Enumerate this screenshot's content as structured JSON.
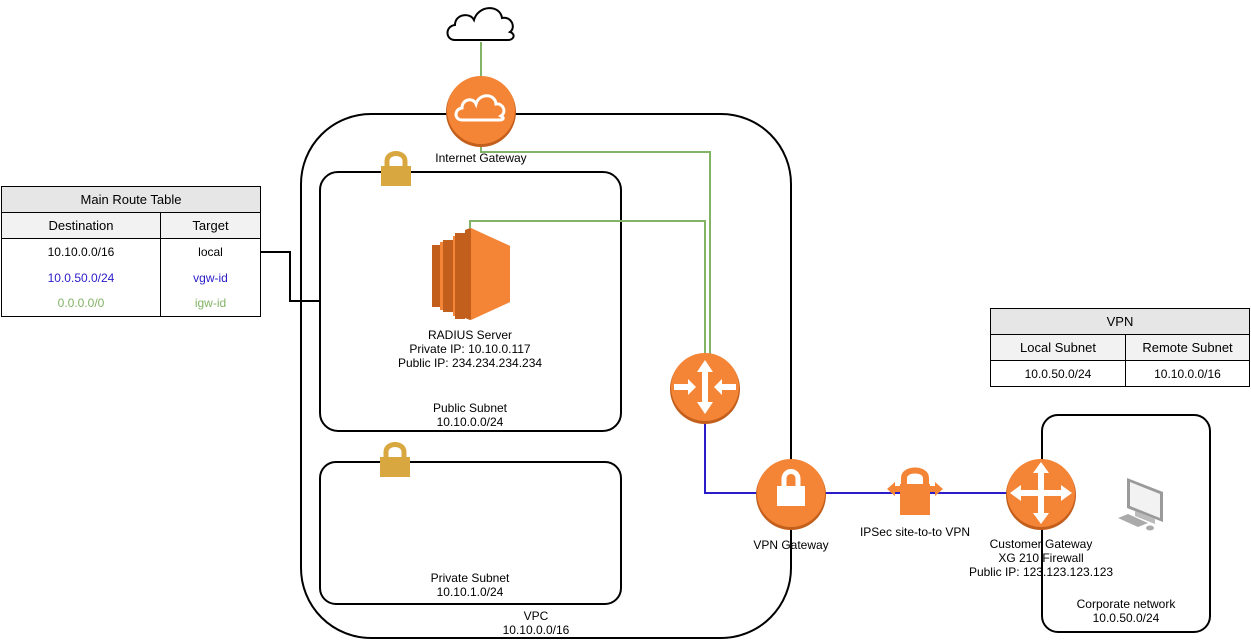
{
  "colors": {
    "aws_orange": "#f58536",
    "aws_orange_dark": "#c35f1c",
    "lock_gold": "#d9a740",
    "route_green": "#82b366",
    "route_blue": "#2a1cc9",
    "line_black": "#000000",
    "header_gray": "#e6e6e6"
  },
  "internet": {
    "icon": "cloud-icon"
  },
  "internet_gateway": {
    "label": "Internet Gateway",
    "icon": "cloud-icon"
  },
  "vpc": {
    "name": "VPC",
    "cidr": "10.10.0.0/16"
  },
  "public_subnet": {
    "name": "Public Subnet",
    "cidr": "10.10.0.0/24",
    "icon": "lock-icon"
  },
  "private_subnet": {
    "name": "Private Subnet",
    "cidr": "10.10.1.0/24",
    "icon": "lock-icon"
  },
  "radius_server": {
    "name": "RADIUS Server",
    "private_ip": "Private IP: 10.10.0.117",
    "public_ip": "Public IP: 234.234.234.234",
    "icon": "ec2-instance-icon"
  },
  "router": {
    "icon": "router-icon"
  },
  "vpn_gateway": {
    "label": "VPN Gateway",
    "icon": "lock-icon"
  },
  "ipsec": {
    "label": "IPSec site-to-to VPN",
    "icon": "vpn-connection-icon"
  },
  "customer_gateway": {
    "name": "Customer Gateway",
    "model": "XG 210 Firewall",
    "public_ip": "Public IP: 123.123.123.123",
    "icon": "customer-gateway-icon"
  },
  "corporate_network": {
    "name": "Corporate network",
    "cidr": "10.0.50.0/24",
    "icon": "desktop-computer-icon"
  },
  "main_route_table": {
    "title": "Main Route Table",
    "columns": [
      "Destination",
      "Target"
    ],
    "rows": [
      {
        "destination": "10.10.0.0/16",
        "target": "local",
        "color": "#000000"
      },
      {
        "destination": "10.0.50.0/24",
        "target": "vgw-id",
        "color": "#2a1cc9"
      },
      {
        "destination": "0.0.0.0/0",
        "target": "igw-id",
        "color": "#82b366"
      }
    ]
  },
  "vpn_table": {
    "title": "VPN",
    "columns": [
      "Local Subnet",
      "Remote Subnet"
    ],
    "rows": [
      {
        "local": "10.0.50.0/24",
        "remote": "10.10.0.0/16"
      }
    ]
  }
}
